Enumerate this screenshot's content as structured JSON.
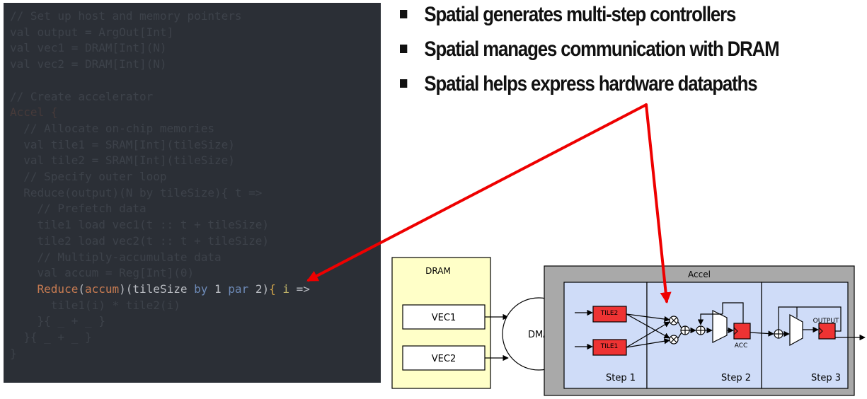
{
  "code": {
    "lines": [
      "// Set up host and memory pointers",
      "val output = ArgOut[Int]",
      "val vec1 = DRAM[Int](N)",
      "val vec2 = DRAM[Int](N)",
      "",
      "// Create accelerator",
      "Accel {",
      "  // Allocate on-chip memories",
      "  val tile1 = SRAM[Int](tileSize)",
      "  val tile2 = SRAM[Int](tileSize)",
      "  // Specify outer loop",
      "  Reduce(output)(N by tileSize){ t =>",
      "    // Prefetch data",
      "    tile1 load vec1(t :: t + tileSize)",
      "    tile2 load vec2(t :: t + tileSize)",
      "    // Multiply-accumulate data",
      "    val accum = Reg[Int](0)"
    ],
    "highlight": {
      "reduce": "Reduce",
      "open_paren": "(",
      "accum": "accum",
      "mid": ")(tileSize ",
      "by": "by",
      "one": " 1 ",
      "par": "par",
      "two": " 2",
      "close": ")",
      "brace": "{",
      "i": " i",
      "arrow": " =>"
    },
    "tail_lines": [
      "      tile1(i) * tile2(i)",
      "    }{ _ + _ }",
      "  }{ _ + _ }",
      "}"
    ]
  },
  "bullets": [
    "Spatial generates multi-step controllers",
    "Spatial manages communication with DRAM",
    "Spatial helps express hardware datapaths"
  ],
  "diagram": {
    "dram_label": "DRAM",
    "vec1_label": "VEC1",
    "vec2_label": "VEC2",
    "dma_label": "DMA",
    "accel_label": "Accel",
    "tile2_label": "TILE2",
    "tile1_label": "TILE1",
    "acc_label": "ACC",
    "output_label": "OUTPUT",
    "step1_label": "Step 1",
    "step2_label": "Step 2",
    "step3_label": "Step 3"
  },
  "colors": {
    "code_bg": "#2b2f36",
    "dram_fill": "#ffffc8",
    "accel_fill": "#a9a9a9",
    "step_fill": "#cfdcf8",
    "register_red": "#ee3333",
    "arrow_red": "#ee0000"
  }
}
